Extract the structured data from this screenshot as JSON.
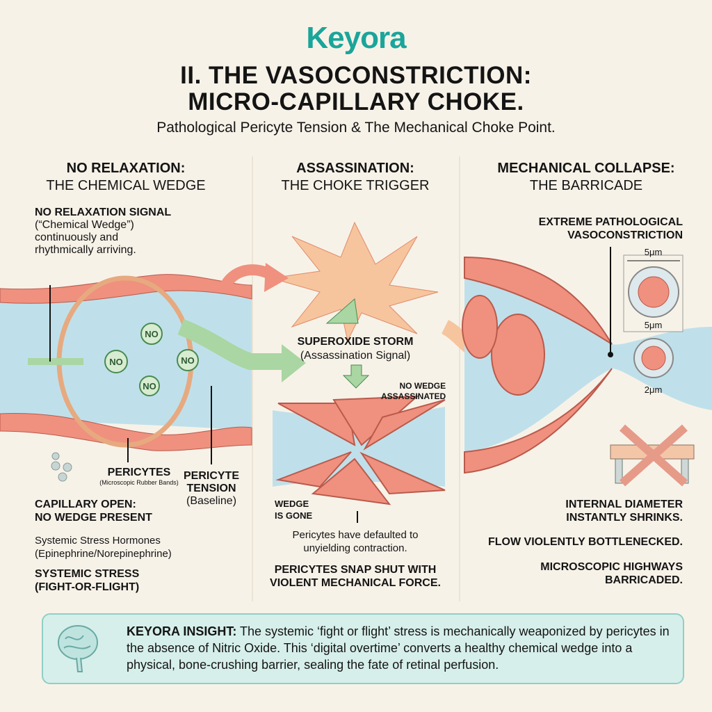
{
  "brand": {
    "logo_text": "Keyora",
    "accent": "#1aa59a"
  },
  "header": {
    "title_line1": "II. THE VASOCONSTRICTION:",
    "title_line2": "MICRO-CAPILLARY CHOKE.",
    "subtitle": "Pathological Pericyte Tension & The Mechanical Choke Point."
  },
  "columns": [
    {
      "heading": "NO RELAXATION:",
      "subheading": "THE CHEMICAL WEDGE",
      "signal_title": "NO RELAXATION SIGNAL",
      "signal_desc_1": "(“Chemical Wedge”)",
      "signal_desc_2": "continuously and",
      "signal_desc_3": "rhythmically arriving.",
      "molecule_label": "NO",
      "pericytes_label": "PERICYTES",
      "pericytes_note": "(Microscopic Rubber Bands)",
      "tension_label_1": "PERICYTE",
      "tension_label_2": "TENSION",
      "tension_note": "(Baseline)",
      "open_1": "CAPILLARY OPEN:",
      "open_2": "NO WEDGE PRESENT",
      "hormones_1": "Systemic Stress Hormones",
      "hormones_2": "(Epinephrine/Norepinephrine)",
      "stress_1": "SYSTEMIC STRESS",
      "stress_2": "(FIGHT-OR-FLIGHT)"
    },
    {
      "heading": "ASSASSINATION:",
      "subheading": "THE CHOKE TRIGGER",
      "storm_title": "SUPEROXIDE STORM",
      "storm_note": "(Assassination Signal)",
      "assassinated_1": "NO WEDGE",
      "assassinated_2": "ASSASSINATED",
      "gone_1": "WEDGE",
      "gone_2": "IS GONE",
      "default_1": "Pericytes have defaulted to",
      "default_2": "unyielding contraction.",
      "snap_1": "PERICYTES SNAP SHUT WITH",
      "snap_2": "VIOLENT MECHANICAL FORCE."
    },
    {
      "heading": "MECHANICAL COLLAPSE:",
      "subheading": "THE BARRICADE",
      "extreme_1": "EXTREME PATHOLOGICAL",
      "extreme_2": "VASOCONSTRICTION",
      "dim_top": "5μm",
      "dim_mid": "5μm",
      "dim_bottom": "2μm",
      "shrinks_1": "INTERNAL DIAMETER",
      "shrinks_2": "INSTANTLY SHRINKS.",
      "bottleneck": "FLOW VIOLENTLY BOTTLENECKED.",
      "barricaded_1": "MICROSCOPIC HIGHWAYS",
      "barricaded_2": "BARRICADED."
    }
  ],
  "insight": {
    "label": "KEYORA INSIGHT:",
    "text": " The systemic ‘fight or flight’ stress is mechanically weaponized by pericytes in the absence of Nitric Oxide. This ‘digital overtime’ converts a healthy chemical wedge into a physical, bone-crushing barrier, sealing the fate of retinal perfusion."
  },
  "colors": {
    "vessel": "#bfe0ea",
    "cell": "#f0907e",
    "cell_stroke": "#b95a4c",
    "arrow_green": "#a9d6a2",
    "insight_bg": "#d6efea"
  }
}
